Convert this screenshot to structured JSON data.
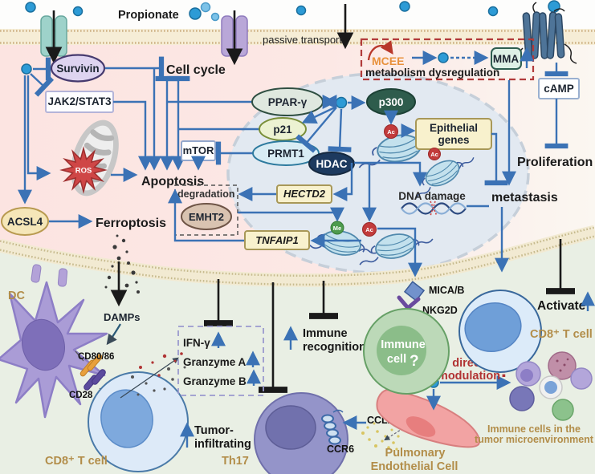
{
  "colors": {
    "arrow_blue": "#3b72b5",
    "inhibit_black": "#1a1a1a",
    "propionate_dot": "#2d9bd6",
    "cell_label_tan": "#b28d49",
    "mcee_orange": "#e8913c",
    "dashed_red_box": "#b23b3b",
    "direct_modulation_red": "#b13232",
    "tumor_cytoplasm": "#fce6e2",
    "nucleus_fill": "#e2e9f1",
    "stroma_fill": "#e9efe4",
    "membrane_fill": "#f6edd6",
    "ac_mark_red": "#c23b3b",
    "me_mark_green": "#4d9b4d"
  },
  "extracellular": {
    "propionate": "Propionate",
    "passive_transport": "passive transport"
  },
  "signaling": {
    "survivin": "Survivin",
    "jak2stat3": "JAK2/STAT3",
    "cell_cycle": "Cell cycle",
    "ros": "ROS",
    "apoptosis": "Apoptosis",
    "acsl4": "ACSL4",
    "ferroptosis": "Ferroptosis",
    "mtor": "mTOR"
  },
  "nucleus": {
    "ppar": "PPAR-γ",
    "p21": "p21",
    "prmt1": "PRMT1",
    "hdac": "HDAC",
    "p300": "p300",
    "ac": "Ac",
    "me": "Me",
    "epithelial_line1": "Epithelial",
    "epithelial_line2": "genes",
    "dna_damage": "DNA damage",
    "hectd2": "HECTD2",
    "tnfaip1": "TNFAIP1",
    "degradation": "degradation",
    "emht2": "EMHT2"
  },
  "metabolism": {
    "mcee": "MCEE",
    "mma": "MMA",
    "caption": "metabolism dysregulation"
  },
  "outcomes": {
    "camp": "cAMP",
    "proliferation": "Proliferation",
    "metastasis": "metastasis"
  },
  "immune": {
    "dc": "DC",
    "damps": "DAMPs",
    "cd80_86": "CD80/86",
    "cd28": "CD28",
    "cd8_left": "CD8⁺ T cell",
    "ifn": "IFN-γ",
    "granzyme_a": "Granzyme A",
    "granzyme_b": "Granzyme B",
    "tumor_line1": "Tumor-",
    "tumor_line2": "infiltrating",
    "th17": "Th17",
    "ccr6": "CCR6",
    "ccl20": "CCL20",
    "pulmonary_line1": "Pulmonary",
    "pulmonary_line2": "Endothelial Cell",
    "recognition_line1": "Immune",
    "recognition_line2": "recognition",
    "immune_cell_line1": "Immune",
    "immune_cell_line2": "cell",
    "immune_cell_q": "?",
    "mica_b": "MICA/B",
    "nkg2d": "NKG2D",
    "activate": "Activate",
    "cd8_right": "CD8⁺ T cell",
    "direct_line1": "direct",
    "direct_line2": "modulation",
    "direct_q": "?",
    "tme_line1": "Immune cells in the",
    "tme_line2": "tumor microenvironment"
  }
}
